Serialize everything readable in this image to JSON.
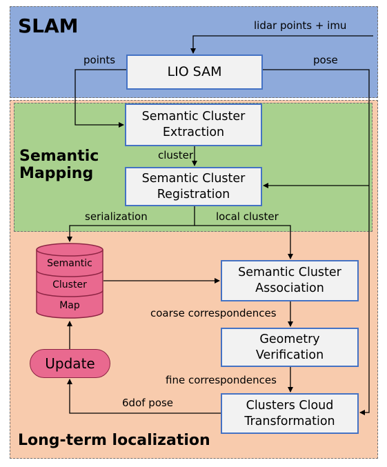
{
  "regions": {
    "slam_title": "SLAM",
    "mapping_title": "Semantic\nMapping",
    "localization_title": "Long-term localization"
  },
  "boxes": {
    "lio_sam": "LIO SAM",
    "extraction": "Semantic Cluster\nExtraction",
    "registration": "Semantic Cluster\nRegistration",
    "association": "Semantic Cluster\nAssociation",
    "verification": "Geometry\nVerification",
    "transformation": "Clusters Cloud\nTransformation"
  },
  "database": {
    "line1": "Semantic",
    "line2": "Cluster",
    "line3": "Map"
  },
  "update_label": "Update",
  "edge_labels": {
    "lidar_input": "lidar points + imu",
    "points": "points",
    "pose": "pose",
    "cluster": "cluster",
    "serialization": "serialization",
    "local_cluster": "local cluster",
    "coarse": "coarse correspondences",
    "fine": "fine correspondences",
    "sixdof": "6dof pose"
  },
  "colors": {
    "slam_bg": "#8eaadb",
    "mapping_bg": "#a9d18e",
    "localization_bg": "#f8cbad",
    "box_border": "#4472c4",
    "box_fill": "#f2f2f2",
    "db_fill": "#e9698f"
  }
}
